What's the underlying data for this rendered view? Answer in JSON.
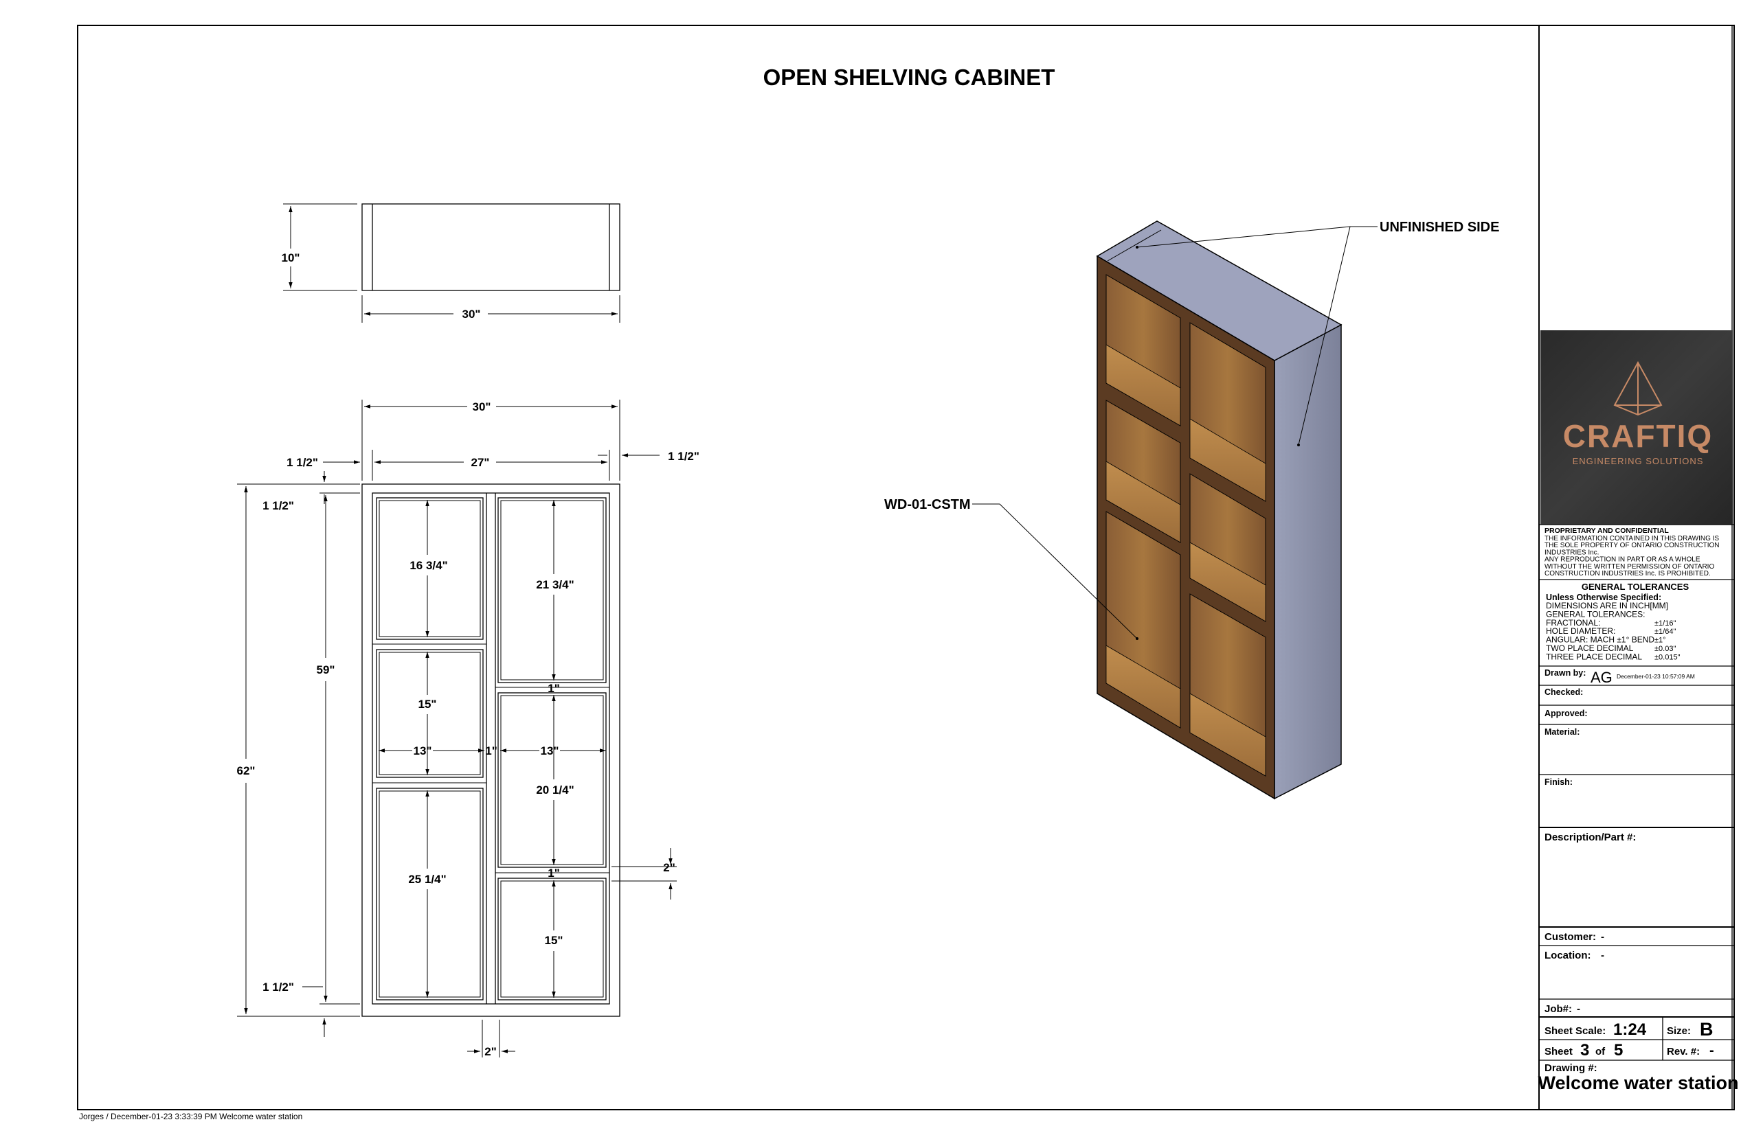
{
  "title": "OPEN SHELVING CABINET",
  "top_view": {
    "depth": "10\"",
    "width": "30\""
  },
  "front_view": {
    "overall_width": "30\"",
    "inner_width": "27\"",
    "left_side": "1 1/2\"",
    "right_side": "1 1/2\"",
    "top_thickness": "1 1/2\"",
    "bottom_thickness": "1 1/2\"",
    "overall_height": "62\"",
    "inner_height": "59\"",
    "left_col_width": "13\"",
    "right_col_width": "13\"",
    "divider": "1\"",
    "left_shelf_1": "16 3/4\"",
    "left_shelf_2": "15\"",
    "left_shelf_3": "25 1/4\"",
    "right_shelf_1": "21 3/4\"",
    "right_shelf_2": "20 1/4\"",
    "right_shelf_3": "15\"",
    "shelf_gap_1": "1\"",
    "shelf_gap_2": "1\"",
    "shelf_thickness": "2\"",
    "toe_kick": "2\""
  },
  "callouts": {
    "unfinished_side": "UNFINISHED SIDE",
    "material_tag": "WD-01-CSTM"
  },
  "logo": {
    "name": "CRAFTIQ",
    "tagline": "ENGINEERING SOLUTIONS"
  },
  "title_block": {
    "proprietary_heading": "PROPRIETARY AND CONFIDENTIAL",
    "proprietary_lines": [
      "THE INFORMATION CONTAINED IN THIS DRAWING IS",
      "THE SOLE PROPERTY OF ONTARIO CONSTRUCTION",
      "INDUSTRIES Inc.",
      "ANY REPRODUCTION IN PART OR AS A WHOLE",
      "WITHOUT THE WRITTEN PERMISSION OF ONTARIO",
      "CONSTRUCTION INDUSTRIES Inc. IS PROHIBITED."
    ],
    "tolerances_heading": "GENERAL TOLERANCES",
    "unless": "Unless Otherwise Specified:",
    "tolerance_lines": [
      {
        "label": "DIMENSIONS ARE IN INCH[MM]",
        "value": ""
      },
      {
        "label": "GENERAL TOLERANCES:",
        "value": ""
      },
      {
        "label": "FRACTIONAL:",
        "value": "±1/16\""
      },
      {
        "label": "HOLE DIAMETER:",
        "value": "±1/64\""
      },
      {
        "label": "ANGULAR: MACH ±1° BEND",
        "value": "±1°"
      },
      {
        "label": "TWO PLACE DECIMAL",
        "value": "±0.03\""
      },
      {
        "label": "THREE PLACE DECIMAL",
        "value": "±0.015\""
      }
    ],
    "drawn_by_label": "Drawn by:",
    "drawn_by": "AG",
    "drawn_date": "December-01-23 10:57:09 AM",
    "checked_label": "Checked:",
    "approved_label": "Approved:",
    "material_label": "Material:",
    "finish_label": "Finish:",
    "description_label": "Description/Part #:",
    "customer_label": "Customer:",
    "customer": "-",
    "location_label": "Location:",
    "location": "-",
    "job_label": "Job#:",
    "job": "-",
    "scale_label": "Sheet Scale:",
    "scale": "1:24",
    "size_label": "Size:",
    "size": "B",
    "sheet_label": "Sheet",
    "sheet": "3",
    "of_label": "of",
    "sheet_total": "5",
    "rev_label": "Rev. #:",
    "rev": "-",
    "drawing_label": "Drawing #:",
    "drawing": "Welcome water station"
  },
  "footer": "Jorges / December-01-23 3:33:39 PM  Welcome water station"
}
